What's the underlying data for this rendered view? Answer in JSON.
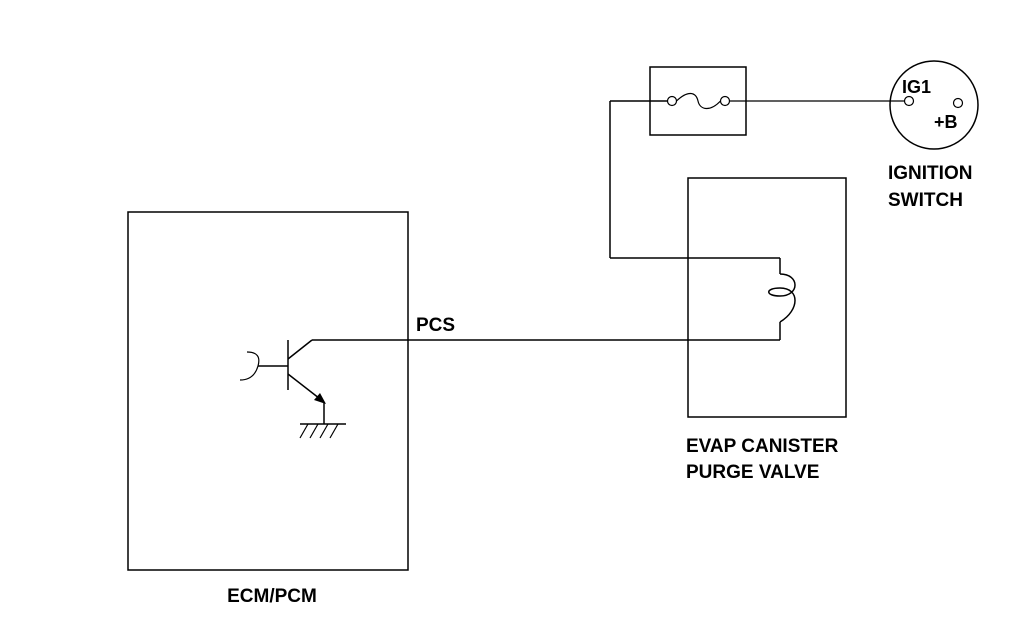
{
  "labels": {
    "ecm": "ECM/PCM",
    "pcs": "PCS",
    "valve_line1": "EVAP CANISTER",
    "valve_line2": "PURGE VALVE",
    "switch_line1": "IGNITION",
    "switch_line2": "SWITCH",
    "ig1": "IG1",
    "plus_b": "+B"
  }
}
